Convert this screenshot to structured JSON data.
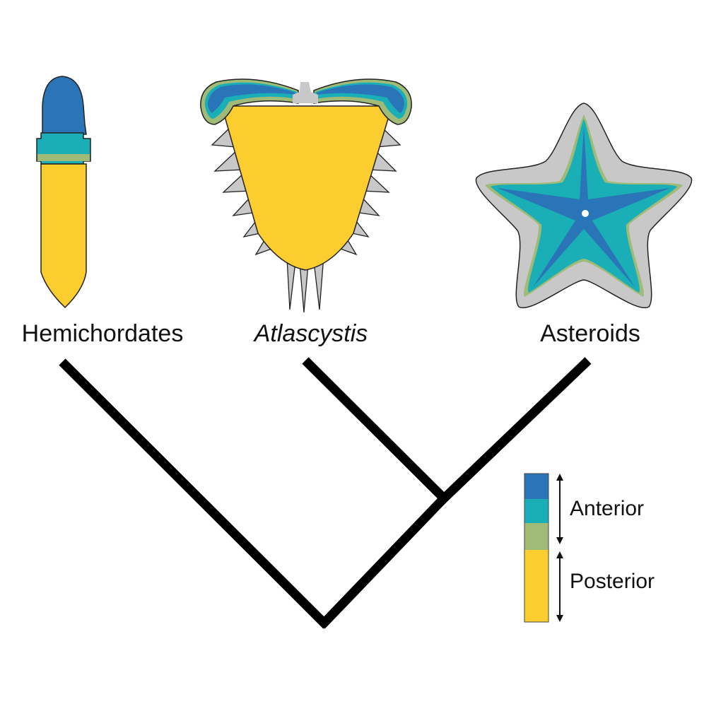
{
  "taxa": [
    {
      "label": "Hemichordates",
      "italic": false
    },
    {
      "label": "Atlascystis",
      "italic": true
    },
    {
      "label": "Asteroids",
      "italic": false
    }
  ],
  "legend": {
    "anterior_label": "Anterior",
    "posterior_label": "Posterior"
  },
  "colors": {
    "anterior_dark_blue": "#2a74b8",
    "anterior_teal": "#1aafb6",
    "anterior_green": "#9fbb77",
    "posterior_yellow": "#fccd2e",
    "non_axial_gray": "#c8c8c8",
    "outline": "#222222",
    "tree": "#000000"
  }
}
